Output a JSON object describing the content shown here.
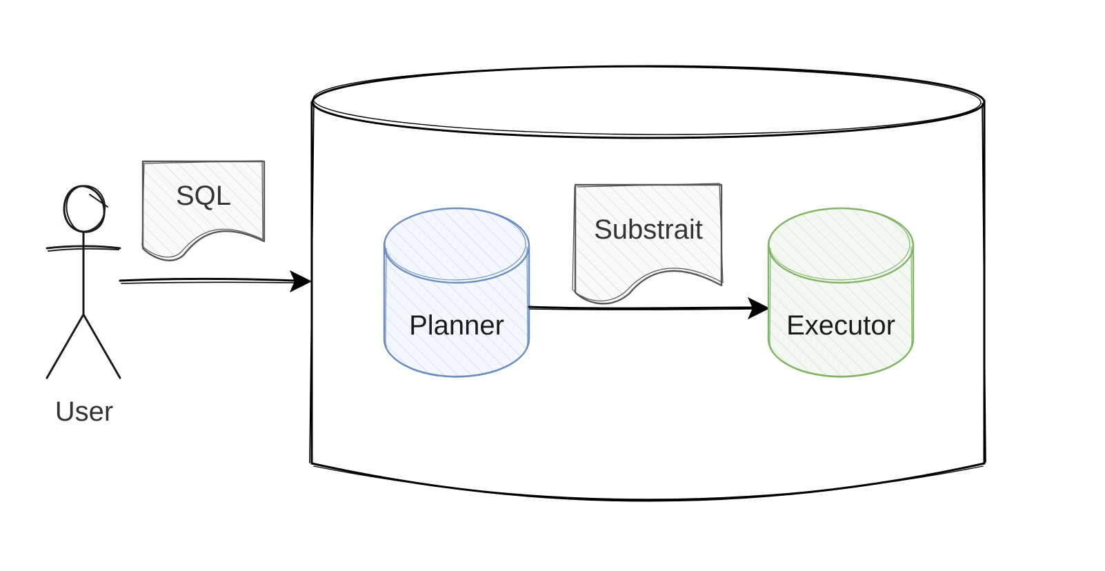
{
  "diagram": {
    "actor": {
      "label": "User",
      "icon": "stick-figure-icon"
    },
    "messages": {
      "sql": "SQL",
      "substrait": "Substrait"
    },
    "system": {
      "shape": "cylinder"
    },
    "components": {
      "planner": {
        "label": "Planner",
        "color": "#6c8ebf",
        "fill": "#dae8fc"
      },
      "executor": {
        "label": "Executor",
        "color": "#82b366",
        "fill": "#d5e8d4"
      }
    },
    "colors": {
      "stroke": "#000000",
      "document_stroke": "#666666",
      "document_fill": "#f5f5f5"
    }
  }
}
